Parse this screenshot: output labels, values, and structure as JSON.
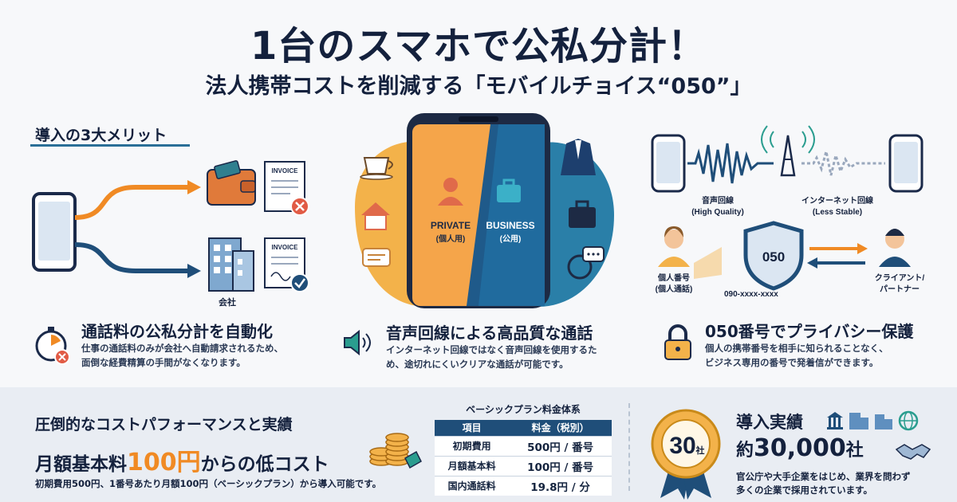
{
  "header": {
    "title": "1台のスマホで公私分計！",
    "subtitle": "法人携帯コストを削減する「モバイルチョイス“050”」"
  },
  "merits": {
    "heading": "導入の3大メリット",
    "invoice_label": "INVOICE",
    "company_label": "会社"
  },
  "phone": {
    "private_label": "PRIVATE",
    "private_sub": "(個人用)",
    "business_label": "BUSINESS",
    "business_sub": "(公用)"
  },
  "lines": {
    "voice_label": "音声回線",
    "voice_sub": "(High Quality)",
    "internet_label": "インターネット回線",
    "internet_sub": "(Less Stable)",
    "shield_number": "050",
    "personal_label": "個人番号",
    "personal_sub": "(個人通話)",
    "masked_number": "090-xxxx-xxxx",
    "client_label": "クライアント/",
    "client_sub": "パートナー"
  },
  "features": [
    {
      "title": "通話料の公私分計を自動化",
      "desc1": "仕事の通話料のみが会社へ自動請求されるため、",
      "desc2": "面倒な経費精算の手間がなくなります。"
    },
    {
      "title": "音声回線による高品質な通話",
      "desc1": "インターネット回線ではなく音声回線を使用するた",
      "desc2": "め、途切れにくいクリアな通話が可能です。"
    },
    {
      "title": "050番号でプライバシー保護",
      "desc1": "個人の携帯番号を相手に知られることなく、",
      "desc2": "ビジネス専用の番号で発着信ができます。"
    }
  ],
  "cost": {
    "heading": "圧倒的なコストパフォーマンスと実績",
    "big_prefix": "月額基本料",
    "big_highlight": "100円",
    "big_suffix": "からの低コスト",
    "note": "初期費用500円、1番号あたり月額100円（ベーシックプラン）から導入可能です。"
  },
  "plan_table": {
    "caption": "ベーシックプラン料金体系",
    "headers": [
      "項目",
      "料金（税別）"
    ],
    "rows": [
      [
        "初期費用",
        "500円 / 番号"
      ],
      [
        "月額基本料",
        "100円 / 番号"
      ],
      [
        "国内通話料",
        "19.8円 / 分"
      ]
    ]
  },
  "achievement": {
    "badge_number": "30",
    "badge_unit": "社",
    "heading": "導入実績",
    "prefix": "約",
    "number": "30,000",
    "suffix": "社",
    "desc1": "官公庁や大手企業をはじめ、業界を問わず",
    "desc2": "多くの企業で採用されています。"
  },
  "colors": {
    "navy": "#14213d",
    "orange": "#f08a24",
    "blue": "#1f4e79",
    "teal": "#2a9d8f"
  }
}
